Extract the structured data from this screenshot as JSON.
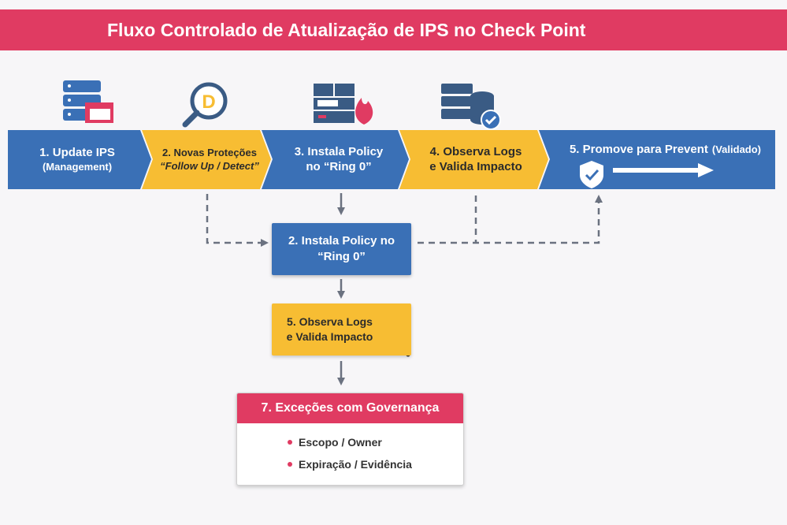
{
  "title": "Fluxo Controlado de Atualização de IPS no Check Point",
  "colors": {
    "pink": "#e03b62",
    "blue": "#3a70b6",
    "yellow": "#f7bd33",
    "gray": "#6b7280"
  },
  "flow": [
    {
      "line1": "1. Update IPS",
      "line2": "(Management)",
      "icon": "server-folder-icon"
    },
    {
      "line1": "2. Novas Proteções",
      "line2": "“Follow Up / Detect”",
      "icon": "magnifier-d-icon"
    },
    {
      "line1": "3. Instala Policy",
      "line2": "no “Ring 0”",
      "icon": "firewall-icon"
    },
    {
      "line1": "4. Observa Logs",
      "line2": "e Valida Impacto",
      "icon": "server-check-icon"
    },
    {
      "line1": "5. Promove para Prevent",
      "line2": "(Validado)",
      "icon": "shield-check-icon"
    }
  ],
  "center_install": {
    "line1": "2. Instala Policy no",
    "line2": "“Ring 0”"
  },
  "center_observe": {
    "line1": "5. Observa Logs",
    "line2": "e Valida Impacto",
    "icon": "magnifier-icon"
  },
  "governance": {
    "title": "7. Exceções com Governança",
    "icon": "clipboard-checklist-icon",
    "items": [
      "Escopo / Owner",
      "Expiração / Evidência"
    ]
  }
}
